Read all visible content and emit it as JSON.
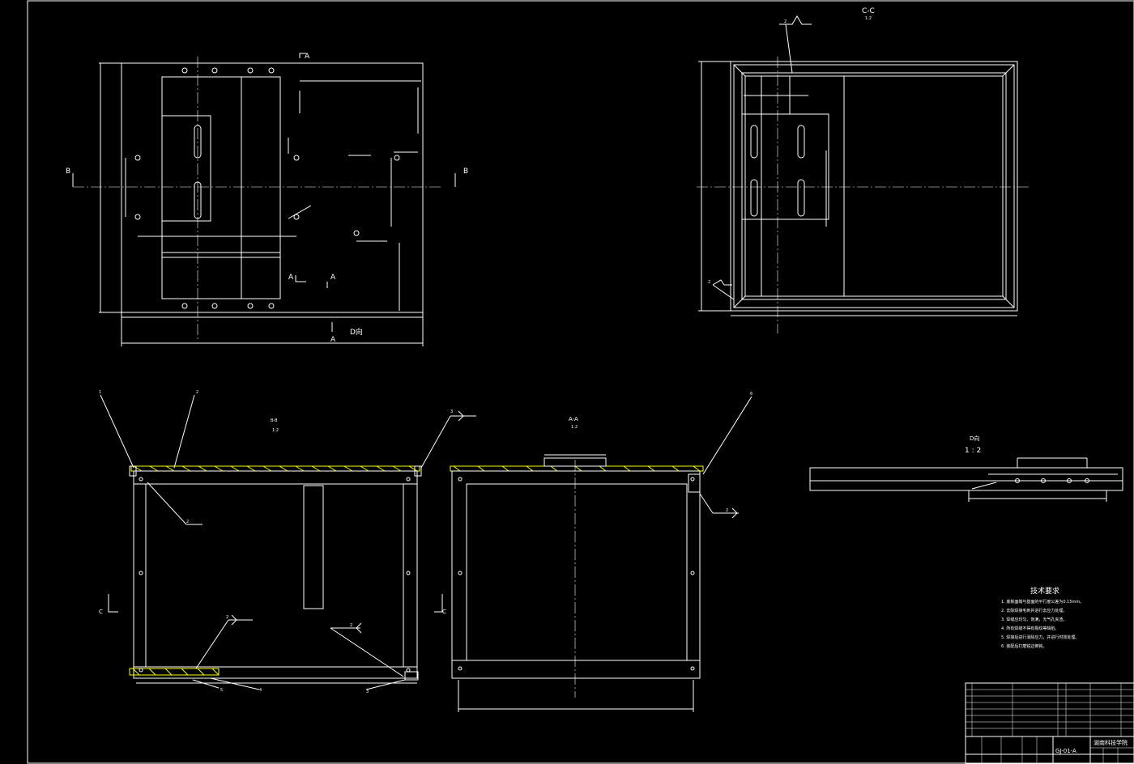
{
  "labels": {
    "section_cc": "C-C",
    "scale_cc": "1:2",
    "section_bb": "B-B",
    "scale_bb": "1:2",
    "section_aa": "A-A",
    "scale_aa": "1:2",
    "view_d": "D向",
    "view_d_detail": "D向",
    "scale_d": "1 : 2",
    "cut_b": "B",
    "cut_a": "A",
    "cut_c": "C"
  },
  "callouts": [
    "1",
    "2",
    "3",
    "4",
    "5",
    "6"
  ],
  "weld_mark": "2",
  "tech_req": {
    "title": "技术要求",
    "items": [
      "1. 底板面端与基面的平行度公差为0.15mm。",
      "2. 去除焊接毛刺并进行去应力处理。",
      "3. 焊缝应均匀、饱满，无气孔夹渣。",
      "4. 所有焊缝不得有裂纹等缺陷。",
      "5. 焊接后进行消除应力，并进行时效处理。",
      "6. 装配后打磨锐边倒钝。"
    ]
  },
  "title_block": {
    "drawing_no": "GJ-01-A",
    "school": "湖南科技学院"
  },
  "colors": {
    "background": "#000000",
    "lines": "#ffffff",
    "hatch": "#ffff00"
  }
}
